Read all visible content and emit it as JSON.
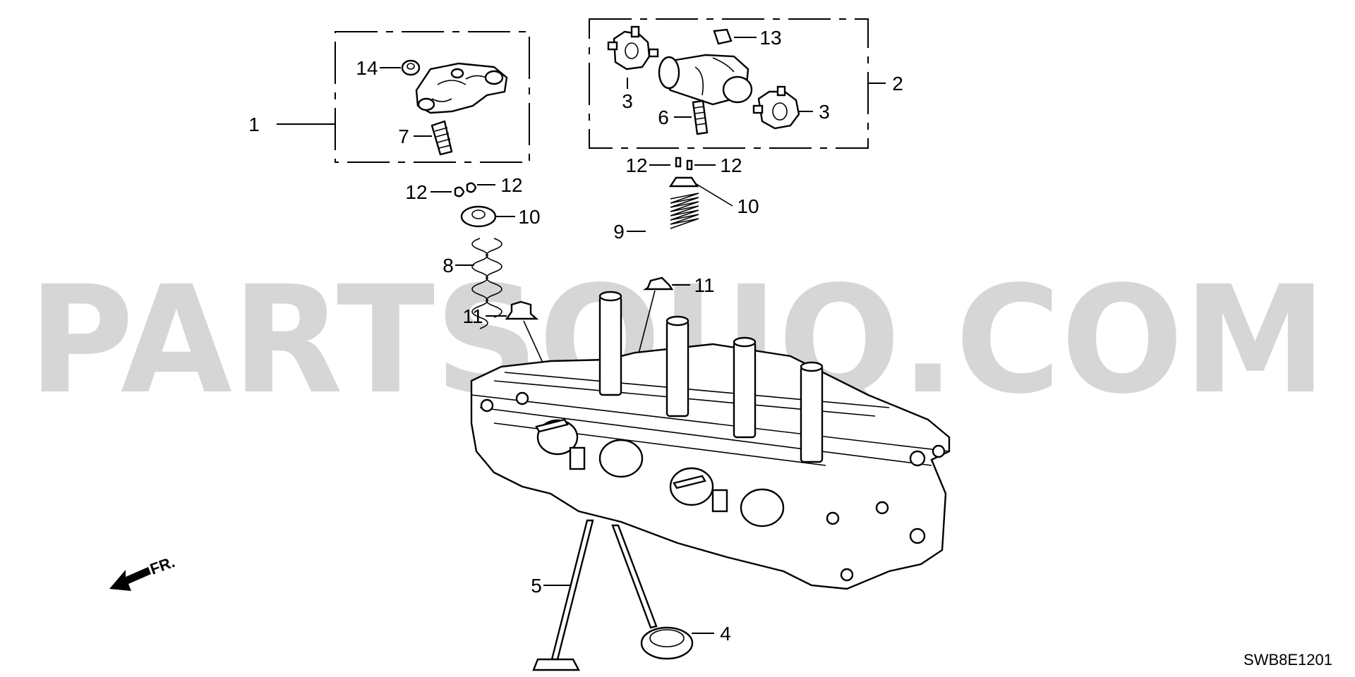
{
  "diagram": {
    "watermark": "PARTSOUQ.COM",
    "diagram_code": "SWB8E1201",
    "front_marker": "FR.",
    "callouts": {
      "c1": "1",
      "c2": "2",
      "c3a": "3",
      "c3b": "3",
      "c4": "4",
      "c5": "5",
      "c6": "6",
      "c7": "7",
      "c8": "8",
      "c9": "9",
      "c10a": "10",
      "c10b": "10",
      "c11a": "11",
      "c11b": "11",
      "c12a": "12",
      "c12b": "12",
      "c12c": "12",
      "c12d": "12",
      "c13": "13",
      "c14": "14"
    }
  },
  "colors": {
    "ink": "#000000",
    "watermark": "#cfcfcf",
    "background": "#ffffff"
  },
  "icons": {
    "front_arrow": "arrow-left-down-icon"
  }
}
